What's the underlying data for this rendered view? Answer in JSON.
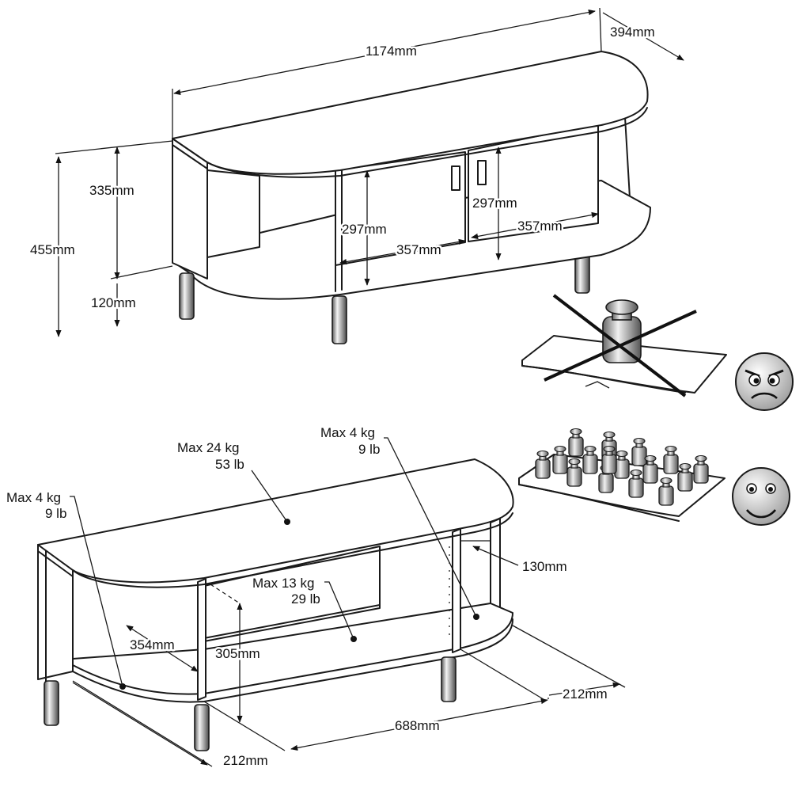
{
  "dimensions": {
    "width": "1174mm",
    "depth": "394mm",
    "height_total": "455mm",
    "height_body": "335mm",
    "leg_height": "120mm",
    "door_height_left": "297mm",
    "door_height_right": "297mm",
    "door_width_left": "357mm",
    "door_width_right": "357mm",
    "shelf_depth": "130mm",
    "inner_width_left": "354mm",
    "inner_height": "305mm",
    "inner_width_center": "688mm",
    "end_width_right": "212mm",
    "end_width_left": "212mm"
  },
  "loads": {
    "top": {
      "kg": "Max 24 kg",
      "lb": "53 lb"
    },
    "right_shelf": {
      "kg": "Max 4 kg",
      "lb": "9 lb"
    },
    "left_shelf": {
      "kg": "Max 4 kg",
      "lb": "9 lb"
    },
    "center_shelf": {
      "kg": "Max 13 kg",
      "lb": "29 lb"
    }
  },
  "icons": {
    "bad": "angry-face-icon",
    "good": "smiley-face-icon"
  }
}
